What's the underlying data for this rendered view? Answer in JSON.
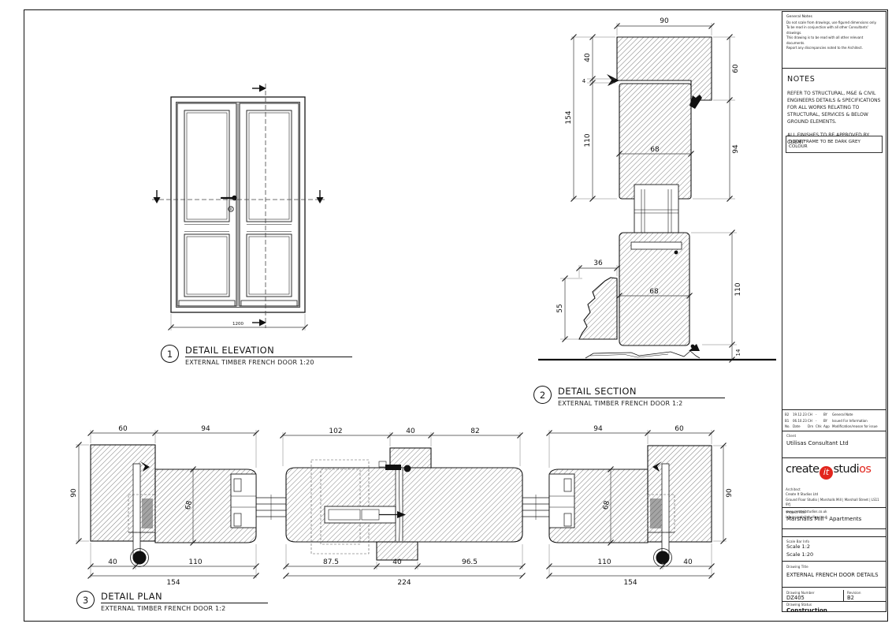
{
  "labels": {
    "elevation": {
      "num": "1",
      "title": "DETAIL ELEVATION",
      "sub": "EXTERNAL TIMBER FRENCH DOOR   1:20"
    },
    "section": {
      "num": "2",
      "title": "DETAIL SECTION",
      "sub": "EXTERNAL TIMBER FRENCH DOOR   1:2"
    },
    "plan": {
      "num": "3",
      "title": "DETAIL PLAN",
      "sub": "EXTERNAL TIMBER FRENCH DOOR   1:2"
    }
  },
  "dims": {
    "elev_width": "1200",
    "sec_top": "90",
    "sec_40": "40",
    "sec_4": "4",
    "sec_154": "154",
    "sec_110": "110",
    "sec_60": "60",
    "sec_94": "94",
    "sec_68": "68",
    "cill_36": "36",
    "cill_55": "55",
    "cill_68": "68",
    "cill_110": "110",
    "cill_14": "14",
    "pl_60": "60",
    "pl_94": "94",
    "pl_90": "90",
    "pl_68": "68",
    "pl_40": "40",
    "pl_110": "110",
    "pl_154": "154",
    "pm_102": "102",
    "pm_40t": "40",
    "pm_82": "82",
    "pm_875": "87.5",
    "pm_40b": "40",
    "pm_965": "96.5",
    "pm_224": "224",
    "pr_94": "94",
    "pr_60": "60",
    "pr_90": "90",
    "pr_68": "68",
    "pr_110": "110",
    "pr_40": "40",
    "pr_154": "154"
  },
  "titleblock": {
    "general_notes": {
      "title": "General Notes",
      "line1": "Do not scale from drawings, use figured dimensions only.",
      "line2": "To be read in conjunction with all other Consultants' drawings.",
      "line3": "This drawing is to be read with all other relevant documents.",
      "line4": "Report any discrepancies noted to the Architect."
    },
    "notes": {
      "title": "NOTES",
      "para1": "REFER TO STRUCTURAL, M&E & CIVIL ENGINEERS DETAILS & SPECIFICATIONS FOR ALL WORKS RELATING TO STRUCTURAL, SERVICES & BELOW GROUND ELEMENTS.",
      "para2": "ALL FINISHES TO BE APPROVED BY CLIENT",
      "boxed": "DOOR FRAME TO BE DARK GREY COLOUR"
    },
    "revisions": [
      {
        "rev": "B2",
        "date": "19.12.23",
        "drn": "CH",
        "chk": "-",
        "app": "BY",
        "note": "General Note"
      },
      {
        "rev": "B1",
        "date": "06.10.23",
        "drn": "CH",
        "chk": "-",
        "app": "BY",
        "note": "Issued For Information"
      },
      {
        "rev": "No.",
        "date": "Date",
        "drn": "Drn",
        "chk": "Chk",
        "app": "App",
        "note": "Modification/reason for issue"
      }
    ],
    "client": {
      "label": "Client",
      "name": "Utilisas Consultant Ltd"
    },
    "brand": {
      "pre": "create",
      "mid": "it",
      "post1": "studi",
      "post2": "os",
      "accent": "#e2261d"
    },
    "architect": {
      "label": "Architect",
      "line1": "Create It Studios Ltd",
      "line2": "Ground Floor Studio | Marshalls Mill | Marshall Street | LS11 9YJ",
      "line3": "www.createitstudios.co.uk",
      "line4": "info@createitstudios.co.uk"
    },
    "project": {
      "label": "Project Title",
      "name": "Marshalls Mill - Apartments"
    },
    "scale": {
      "label": "Scale Bar Info",
      "line1": "Scale 1:2",
      "line2": "Scale 1:20"
    },
    "drawing_title": {
      "label": "Drawing Title",
      "name": "EXTERNAL FRENCH DOOR DETAILS"
    },
    "drawing_number": {
      "label": "Drawing Number",
      "value": "DZ405",
      "rev_label": "Revision",
      "rev_value": "B2"
    },
    "status": {
      "label": "Drawing Status",
      "value": "Construction"
    }
  }
}
